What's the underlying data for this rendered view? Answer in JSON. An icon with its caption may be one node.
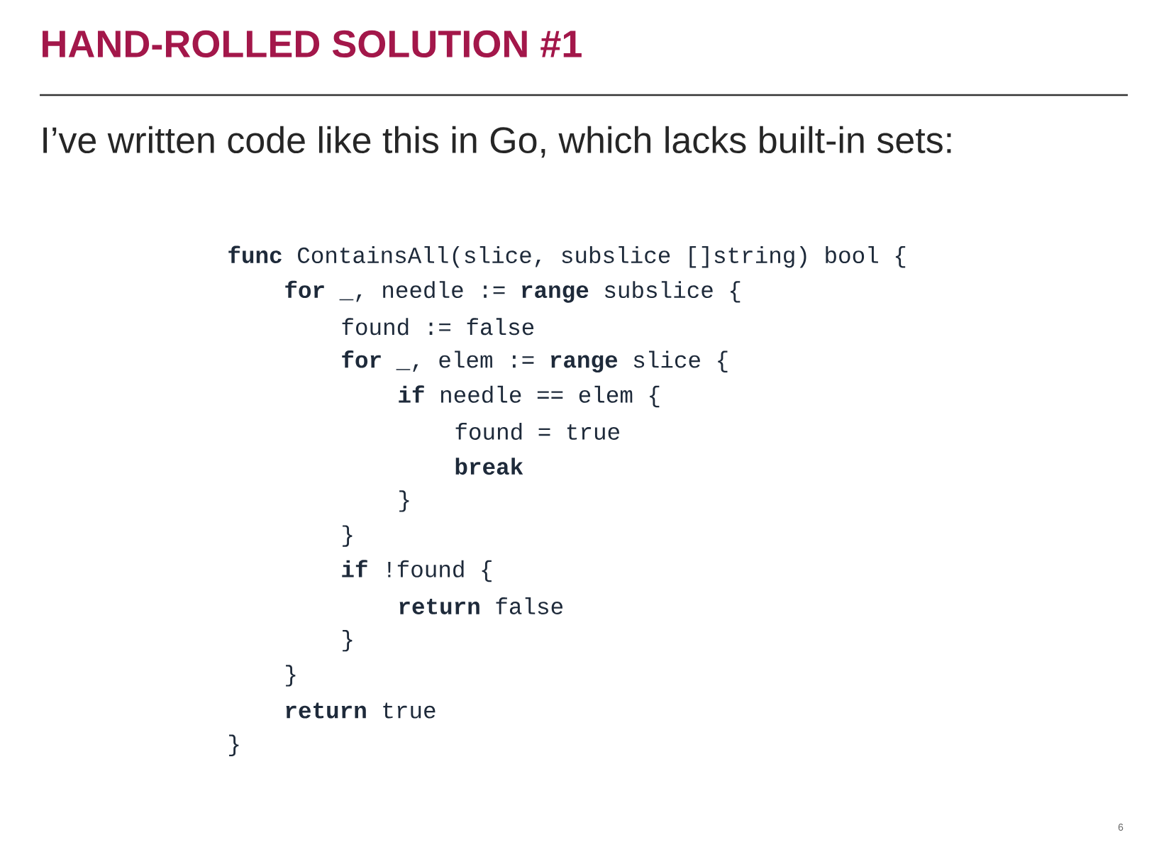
{
  "diagram": {
    "title": "HAND-ROLLED SOLUTION #1",
    "labels": [
      "I’ve written code like this in Go, which lacks built-in sets:",
      "**func** ContainsAll(slice, subslice []string) bool {",
      "**for** _, needle := **range** subslice {",
      "found := false",
      "**for** _, elem := **range** slice {",
      "**if** needle == elem {",
      "found = true",
      "**break**",
      "}",
      "}",
      "**if** !found {",
      "**return** false",
      "}",
      "}",
      "**return** true",
      "}",
      "6"
    ]
  }
}
